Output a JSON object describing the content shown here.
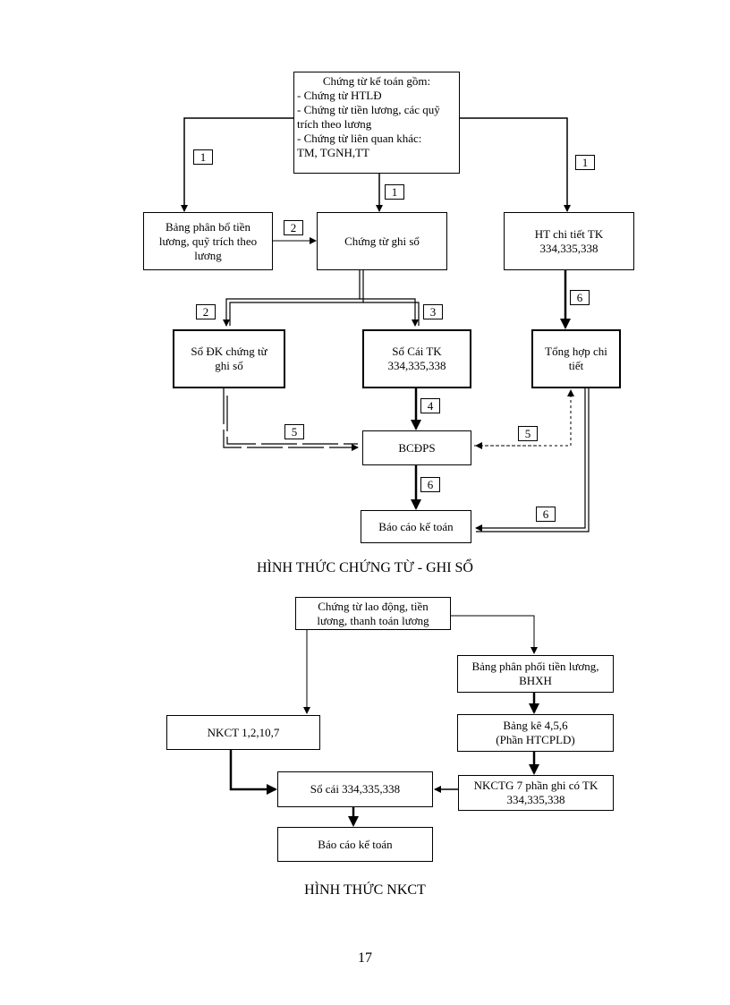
{
  "diagram1": {
    "source_box": {
      "title": "Chứng từ kế toán gồm:",
      "line1": "- Chứng từ HTLĐ",
      "line2": "- Chứng từ tiền lương, các quỹ",
      "line3": "trích theo lương",
      "line4": "- Chứng từ liên quan khác:",
      "line5": "TM, TGNH,TT"
    },
    "allocation_box": "Bảng phân bổ tiền lương, quỹ trích theo lương",
    "voucher_box": "Chứng từ ghi sổ",
    "detail_box": "HT chi tiết TK 334,335,338",
    "register_box": "Sổ ĐK chứng từ ghi sổ",
    "ledger_box": "Sổ Cái TK 334,335,338",
    "summary_box": "Tổng hợp chi tiết",
    "trial_box": "BCĐPS",
    "report_box": "Báo cáo kế toán",
    "steps": {
      "s1_left": "1",
      "s1_mid": "1",
      "s1_right": "1",
      "s2_alloc": "2",
      "s2_register": "2",
      "s3_ledger": "3",
      "s6_detail": "6",
      "s4_trial": "4",
      "s5_left": "5",
      "s5_right": "5",
      "s6_report": "6",
      "s6_right": "6"
    },
    "caption": "HÌNH THỨC CHỨNG TỪ - GHI SỔ"
  },
  "diagram2": {
    "source_box": "Chứng từ lao động, tiền lương, thanh toán lương",
    "distribution_box": "Bảng phân phối tiền lương, BHXH",
    "listing_box_line1": "Bảng kê 4,5,6",
    "listing_box_line2": "(Phần HTCPLD)",
    "nkct_box": "NKCT 1,2,10,7",
    "nkctg_box": "NKCTG 7 phần ghi có TK 334,335,338",
    "ledger_box": "Sổ cái 334,335,338",
    "report_box": "Báo cáo kế toán",
    "caption": "HÌNH THỨC NKCT"
  },
  "page_number": "17"
}
